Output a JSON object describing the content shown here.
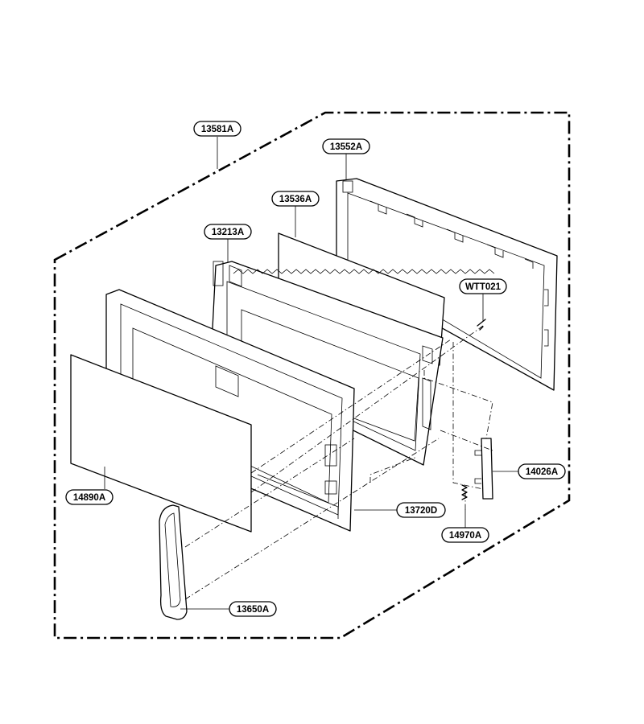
{
  "callouts": {
    "p13581a": "13581A",
    "p13552a": "13552A",
    "p13536a": "13536A",
    "p13213a": "13213A",
    "pwtt021": "WTT021",
    "p14026a": "14026A",
    "p14890a": "14890A",
    "p13720d": "13720D",
    "p14970a": "14970A",
    "p13650a": "13650A"
  }
}
